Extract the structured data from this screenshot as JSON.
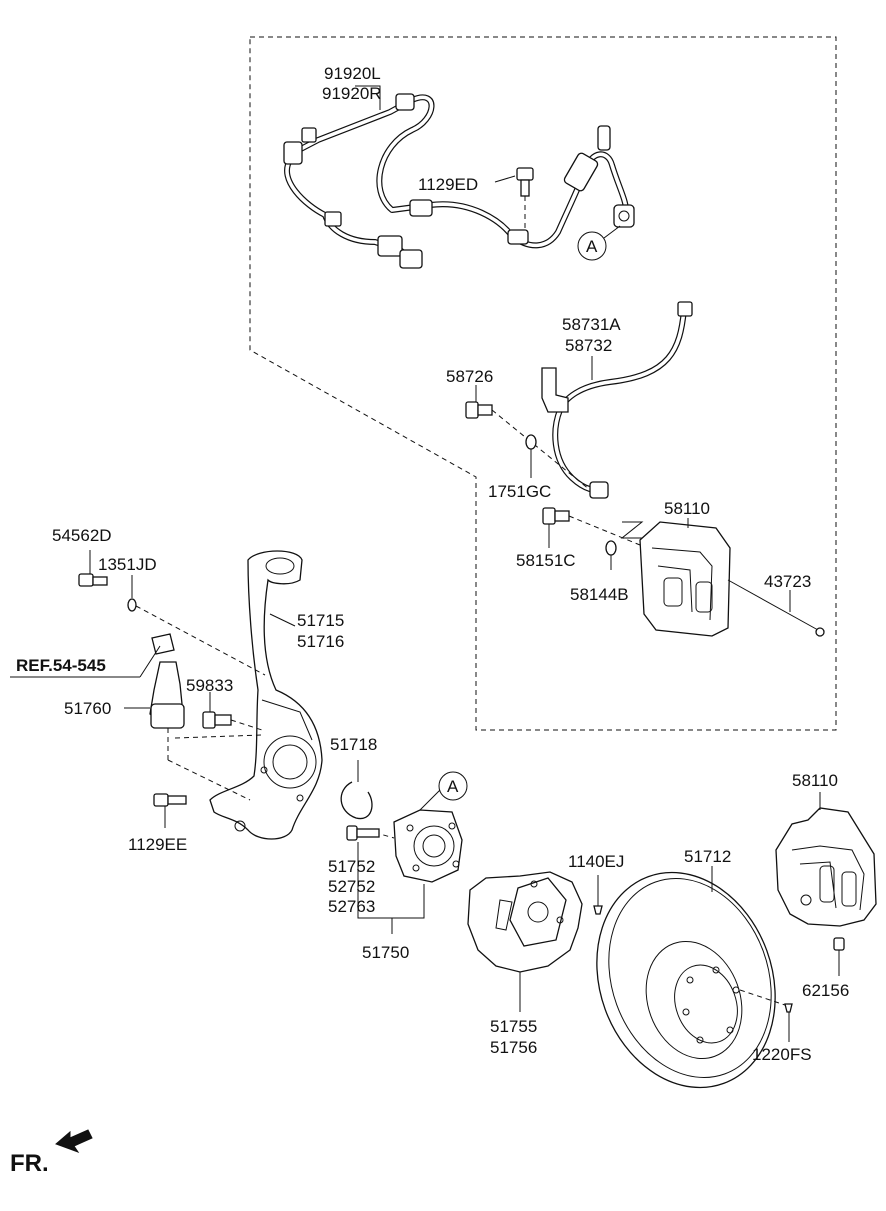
{
  "labels": {
    "p91920L": "91920L",
    "p91920R": "91920R",
    "p1129ED": "1129ED",
    "refA_top": "A",
    "p58731A": "58731A",
    "p58732": "58732",
    "p58726": "58726",
    "p1751GC": "1751GC",
    "p58110_top": "58110",
    "p58151C": "58151C",
    "p58144B": "58144B",
    "p43723": "43723",
    "p54562D": "54562D",
    "p1351JD": "1351JD",
    "p51715": "51715",
    "p51716": "51716",
    "ref54545": "REF.54-545",
    "p59833": "59833",
    "p51760": "51760",
    "p51718": "51718",
    "refA_hub": "A",
    "p1129EE": "1129EE",
    "p51752": "51752",
    "p52752": "52752",
    "p52763": "52763",
    "p51750": "51750",
    "p1140EJ": "1140EJ",
    "p51712": "51712",
    "p58110_right": "58110",
    "p62156": "62156",
    "p51755": "51755",
    "p51756": "51756",
    "p1220FS": "1220FS",
    "fr": "FR."
  }
}
